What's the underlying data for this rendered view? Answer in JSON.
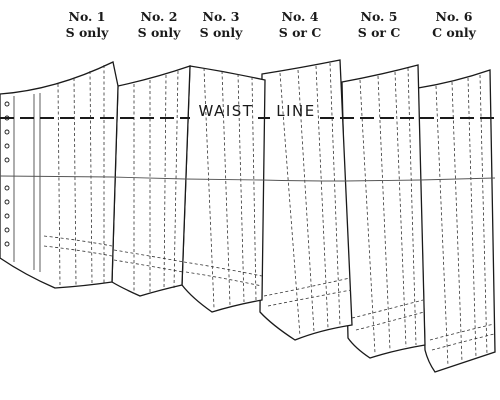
{
  "panels": [
    {
      "number": "No. 1",
      "use": "S only"
    },
    {
      "number": "No. 2",
      "use": "S only"
    },
    {
      "number": "No. 3",
      "use": "S only"
    },
    {
      "number": "No. 4",
      "use": "S or C"
    },
    {
      "number": "No. 5",
      "use": "S or C"
    },
    {
      "number": "No. 6",
      "use": "C only"
    }
  ],
  "labels": {
    "waist_word_1": "WAIST",
    "waist_word_2": "LINE"
  }
}
